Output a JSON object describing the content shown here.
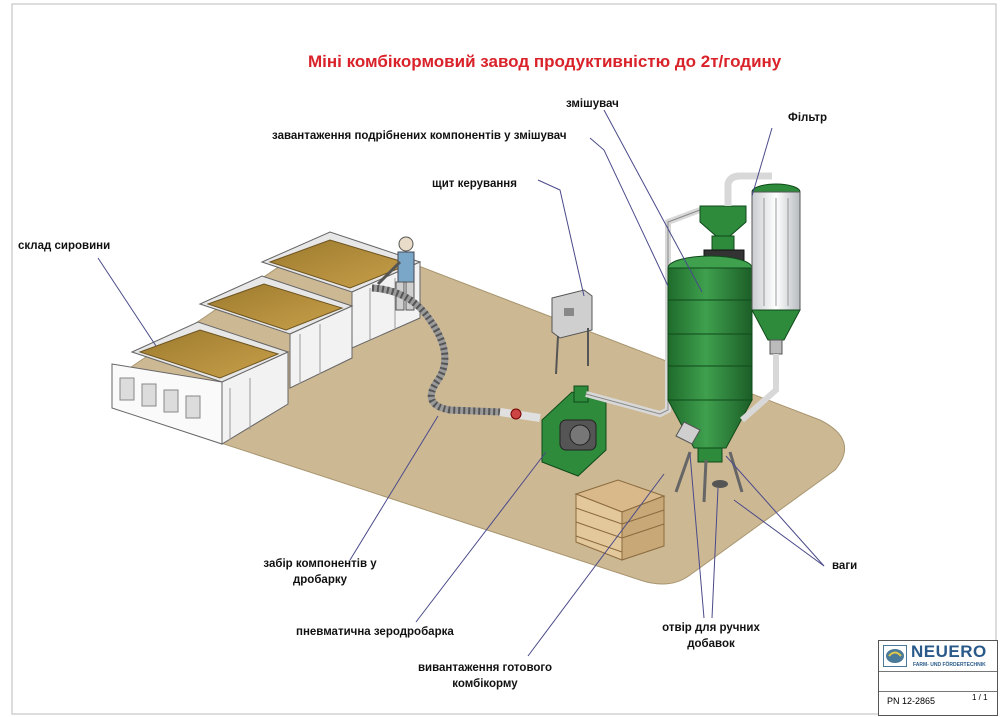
{
  "title": "Міні комбікормовий завод продуктивністю до 2т/годину",
  "colors": {
    "title": "#d9222a",
    "floor": "#cdb894",
    "mixer_green": "#2f8a3e",
    "grain": "#b48c3a"
  },
  "labels": {
    "mixer": "змішувач",
    "loading": "завантаження подрібнених компонентів у змішувач",
    "filter": "Фільтр",
    "control": "щит керування",
    "storage": "склад сировини",
    "scales": "ваги",
    "intake": "забір компонентів у дробарку",
    "crusher": "пневматична зеродробарка",
    "manual_hole": "отвір для ручних добавок",
    "unloading": "вивантаження готового комбікорму"
  },
  "stamp": {
    "brand": "NEUERO",
    "subtitle": "FARM- UND FÖRDERTECHNIK",
    "logo_icon": "neuero-logo-icon",
    "part_number": "PN 12-2865",
    "sheet": "1 / 1"
  }
}
